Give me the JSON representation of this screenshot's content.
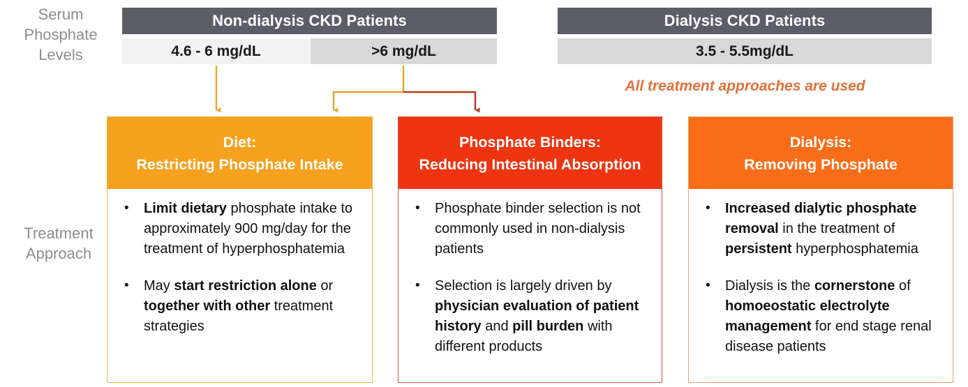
{
  "row_labels": {
    "serum": "Serum Phosphate Levels",
    "treatment": "Treatment Approach"
  },
  "colors": {
    "header_dark": "#5C5D68",
    "range_light": "#F2F2F2",
    "range_mid": "#D9D9D9",
    "diet_orange": "#F5A11E",
    "binder_red": "#EE3411",
    "dialysis_orange": "#F96D18",
    "note_orange": "#E2703A",
    "label_gray": "#8D8D8D"
  },
  "groups": [
    {
      "title": "Non-dialysis CKD Patients",
      "ranges": [
        "4.6 - 6 mg/dL",
        ">6 mg/dL"
      ]
    },
    {
      "title": "Dialysis CKD Patients",
      "ranges": [
        "3.5 - 5.5mg/dL"
      ],
      "note": "All treatment approaches are used"
    }
  ],
  "cards": [
    {
      "title_line1": "Diet:",
      "title_line2": "Restricting Phosphate Intake",
      "bullets": [
        [
          {
            "t": "Limit dietary",
            "b": true
          },
          {
            "t": " phosphate intake to approximately 900 mg/day for the treatment of hyperphosphatemia",
            "b": false
          }
        ],
        [
          {
            "t": "May ",
            "b": false
          },
          {
            "t": "start restriction alone",
            "b": true
          },
          {
            "t": " or ",
            "b": false
          },
          {
            "t": "together with other",
            "b": true
          },
          {
            "t": " treatment strategies",
            "b": false
          }
        ]
      ]
    },
    {
      "title_line1": "Phosphate Binders:",
      "title_line2": "Reducing Intestinal Absorption",
      "bullets": [
        [
          {
            "t": "Phosphate binder selection is not commonly used in non-dialysis patients",
            "b": false
          }
        ],
        [
          {
            "t": "Selection is largely driven by ",
            "b": false
          },
          {
            "t": "physician evaluation of patient history",
            "b": true
          },
          {
            "t": " and ",
            "b": false
          },
          {
            "t": "pill burden",
            "b": true
          },
          {
            "t": " with different products",
            "b": false
          }
        ]
      ]
    },
    {
      "title_line1": "Dialysis:",
      "title_line2": "Removing Phosphate",
      "bullets": [
        [
          {
            "t": "Increased dialytic phosphate removal",
            "b": true
          },
          {
            "t": " in the treatment of ",
            "b": false
          },
          {
            "t": "persistent",
            "b": true
          },
          {
            "t": " hyperphosphatemia",
            "b": false
          }
        ],
        [
          {
            "t": "Dialysis is the ",
            "b": false
          },
          {
            "t": "cornerstone",
            "b": true
          },
          {
            "t": " of ",
            "b": false
          },
          {
            "t": "homoeostatic electrolyte management",
            "b": true
          },
          {
            "t": " for end stage renal disease patients",
            "b": false
          }
        ]
      ]
    }
  ]
}
